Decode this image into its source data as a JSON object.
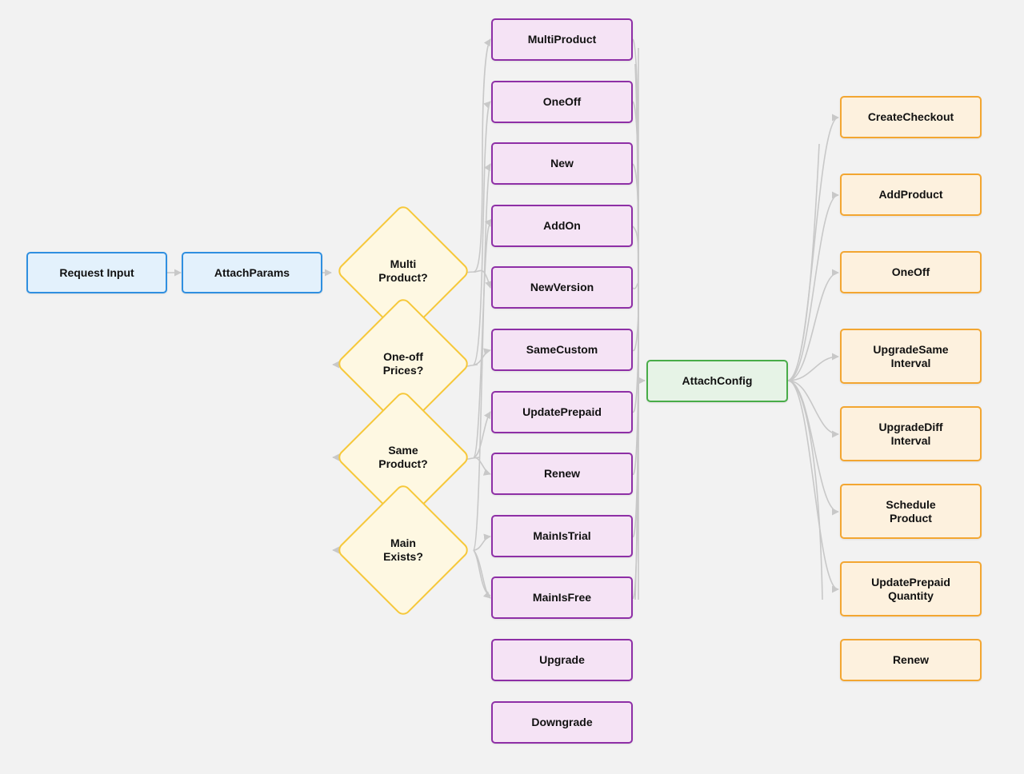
{
  "flow": {
    "input": {
      "request_input": "Request Input",
      "attach_params": "AttachParams"
    },
    "decisions": [
      "Multi\nProduct?",
      "One-off\nPrices?",
      "Same\nProduct?",
      "Main\nExists?"
    ],
    "strategies": [
      "MultiProduct",
      "OneOff",
      "New",
      "AddOn",
      "NewVersion",
      "SameCustom",
      "UpdatePrepaid",
      "Renew",
      "MainIsTrial",
      "MainIsFree",
      "Upgrade",
      "Downgrade"
    ],
    "config": "AttachConfig",
    "actions": [
      "CreateCheckout",
      "AddProduct",
      "OneOff",
      "UpgradeSame\nInterval",
      "UpgradeDiff\nInterval",
      "Schedule\nProduct",
      "UpdatePrepaid\nQuantity",
      "Renew"
    ]
  },
  "colors": {
    "input_fill": "#e3f1fc",
    "input_border": "#2f8fe0",
    "decision_fill": "#fef8e2",
    "decision_border": "#f6c83a",
    "strategy_fill": "#f5e3f5",
    "strategy_border": "#8e2fa6",
    "config_fill": "#e6f3e6",
    "config_border": "#48ac48",
    "action_fill": "#fdf1de",
    "action_border": "#f3a631",
    "edge": "#c8c8c8"
  }
}
